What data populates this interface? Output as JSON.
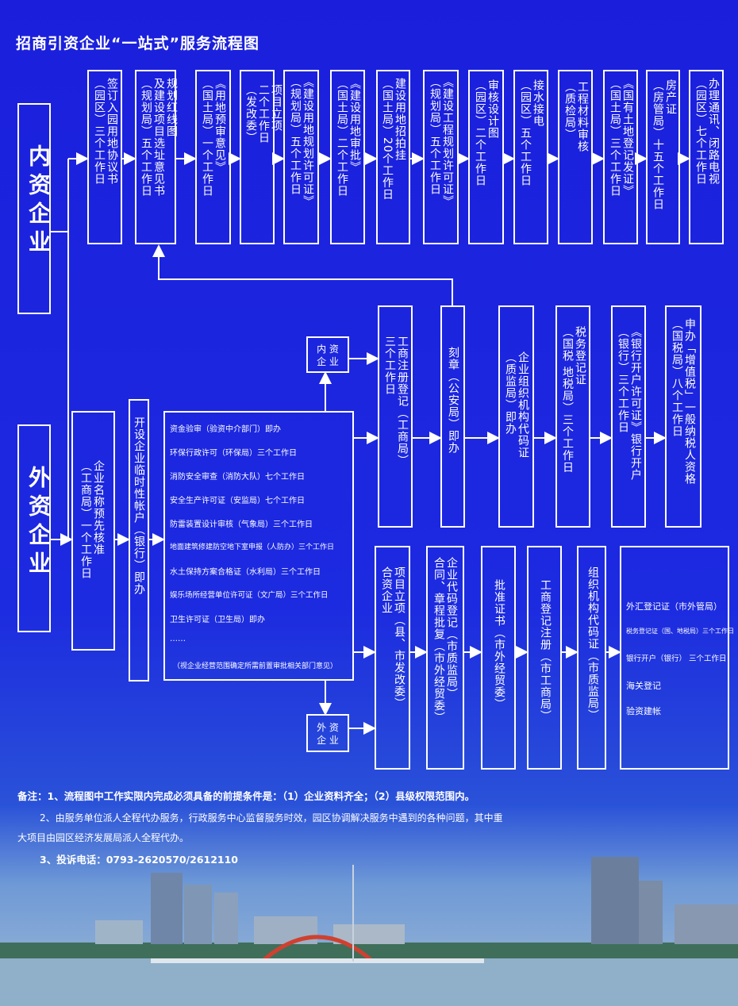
{
  "title": "招商引资企业“一站式”服务流程图",
  "domestic": "内资企业",
  "foreign": "外资企业",
  "top_row": [
    "签订入园用地协议书\n（园区）三个工作日",
    "规划红线图\n及建设项目选址意见书\n（规划局）五个工作日",
    "《用地预审意见》\n（国土局）一个工作日",
    "项目立项\n二个工作日\n（发改委）",
    "《建设用地规划许可证》\n（规划局）五个工作日",
    "《建设用地审批》\n（国土局）二个工作日",
    "建设用地招拍挂\n（国土局）20个工作日",
    "《建设工程规划许可证》\n（规划局）五个工作日",
    "审核设计图\n（园区）二个工作日",
    "接水接电\n（园区）五个工作日",
    "工程材料审核\n（质检局）",
    "《国有土地登记发证》\n（国土局）三个工作日",
    "房产证\n（房管局）十五个工作日",
    "办理通讯、闭路电视\n（园区）七个工作日"
  ],
  "name_check": "企业名称预先核准\n（工商局）一个工作日",
  "temp_account": "开设企业临时性帐户（银行）即办",
  "approvals": [
    "资金验审（验资中介部门）即办",
    "环保行政许可（环保局）三个工作日",
    "消防安全审查（消防大队）七个工作日",
    "安全生产许可证（安监局）七个工作日",
    "防雷装置设计审核（气象局）三个工作日",
    "地面建筑修建防空地下室申报（人防办）三个工作日",
    "水土保持方案合格证（水利局）三个工作日",
    "娱乐场所经营单位许可证（文广局）三个工作日",
    "卫生许可证（卫生局）即办",
    "……",
    "（视企业经营范围确定所需前置审批相关部门意见）"
  ],
  "domestic_small": "内 资\n企 业",
  "foreign_small": "外 资\n企 业",
  "mid_row": [
    "工商注册登记（工商局）\n三个工作日",
    "刻章（公安局）即办",
    "企业组织机构代码证\n（质监局）即办",
    "税务登记证\n（国税 地税局）三个工作日",
    "《银行开户许可证》银行开户\n（银行）三个工作日",
    "申办「增值税」一般纳税人资格\n（国税局）八个工作日"
  ],
  "bottom_row": [
    "项目立项（县、市发改委）\n合资企业",
    "企业代码登记（市质监局）\n合同、章程批复（市外经贸委）",
    "批准证书（市外经贸委）",
    "工商登记注册（市工商局）",
    "组织机构代码证（市质监局）"
  ],
  "final_list": [
    "外汇登记证（市外管局）",
    "税务登记证（国、地税局）三个工作日",
    "银行开户（银行） 三个工作日",
    "海关登记",
    "验资建帐"
  ],
  "notes": [
    "备注：1、流程图中工作实限内完成必须具备的前提条件是：（1）企业资料齐全；（2）县级权限范围内。",
    "2、由服务单位派人全程代办服务，行政服务中心监督服务时效，园区协调解决服务中遇到的各种问题，其中重",
    "大项目由园区经济发展局派人全程代办。",
    "3、投诉电话：0793-2620570/2612110"
  ],
  "colors": {
    "background": "#1a22d8",
    "line": "#ffffff"
  }
}
